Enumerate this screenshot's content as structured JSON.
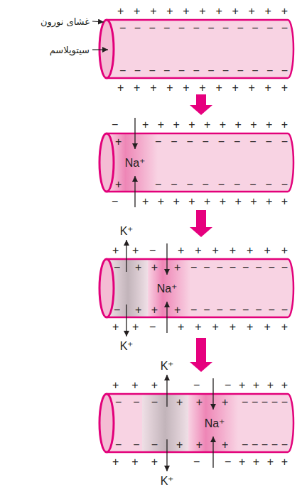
{
  "diagram": {
    "labels": [
      "غشای نورون",
      "سیتوپلاسم",
      "+ + + + + + + + + + +",
      "− − − − − − − − − − − −",
      "− − − − − − − − − − − −",
      "+ + + + + + + + + + +",
      "−",
      "+ + + + + + + + + +",
      "+",
      "− − − − − − − − −",
      "Na⁺",
      "+",
      "− − − − − − − − −",
      "−",
      "+ + + + + + + + + +",
      "K⁺",
      "+",
      "+",
      "−",
      "+ + + + + + +",
      "−",
      "+ +",
      "+",
      "− − − − − − − −",
      "Na⁺",
      "−",
      "+ +",
      "+",
      "− − − − − − − −",
      "+",
      "+",
      "−",
      "+ + + + + + +",
      "K⁺",
      "K⁺",
      "+ + +",
      "−",
      "− + + + +",
      "− − −",
      "+ +",
      "+",
      "− − − − −",
      "Na⁺",
      "− − −",
      "+ +",
      "+",
      "− − − − −",
      "+ + +",
      "−",
      "− + + + +",
      "K⁺"
    ]
  }
}
